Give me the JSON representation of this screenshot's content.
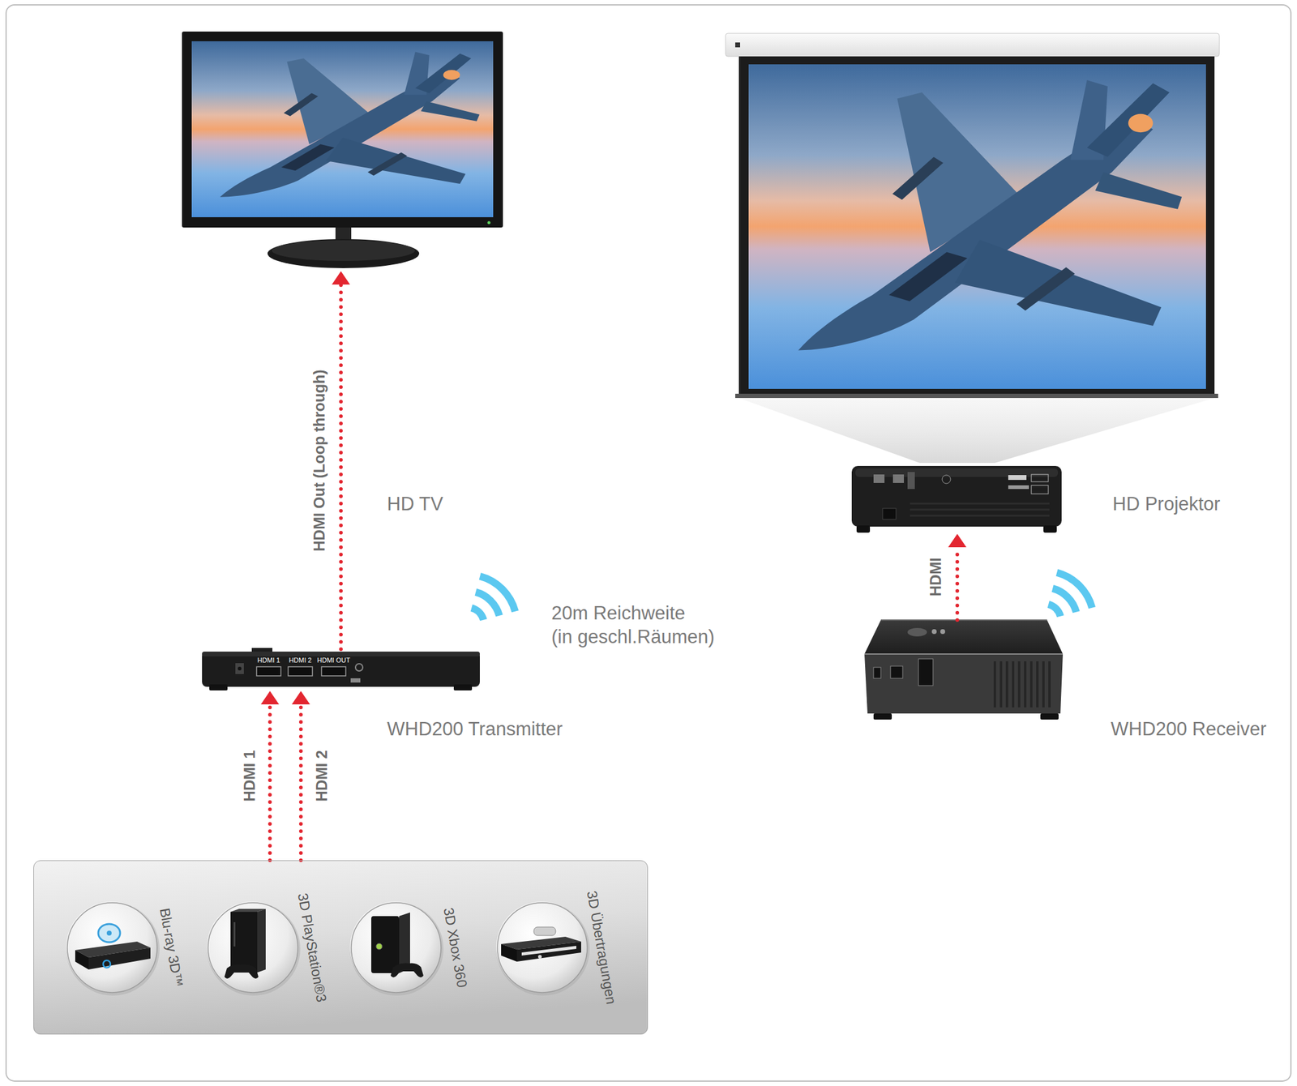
{
  "diagram": {
    "nodes": [
      {
        "text": [
          "HD TV"
        ]
      },
      {
        "text": [
          "HD Projektor"
        ]
      },
      {
        "text": [
          "WHD200 Transmitter"
        ]
      },
      {
        "text": [
          "WHD200 Receiver"
        ]
      },
      {
        "text": []
      },
      {
        "text": [
          "Blu-ray 3D™"
        ],
        "in": 4
      },
      {
        "text": [
          "3D PlayStation®3"
        ],
        "in": 4
      },
      {
        "text": [
          "3D Xbox 360"
        ],
        "in": 4
      },
      {
        "text": [
          "3D Übertragungen"
        ],
        "in": 4
      }
    ],
    "edges": [
      {
        "from": 2,
        "to": 0,
        "arrow": "to",
        "label": "HDMI Out (Loop through)"
      },
      {
        "from": 4,
        "to": 2,
        "arrow": "to",
        "label": "HDMI 1"
      },
      {
        "from": 4,
        "to": 2,
        "arrow": "to",
        "label": "HDMI 2"
      },
      {
        "from": 3,
        "to": 1,
        "arrow": "to",
        "label": "HDMI"
      }
    ],
    "labels": [
      "20m Reichweite (in geschl.Räumen)",
      "HDMI 1",
      "HDMI 2",
      "HDMI OUT"
    ]
  }
}
